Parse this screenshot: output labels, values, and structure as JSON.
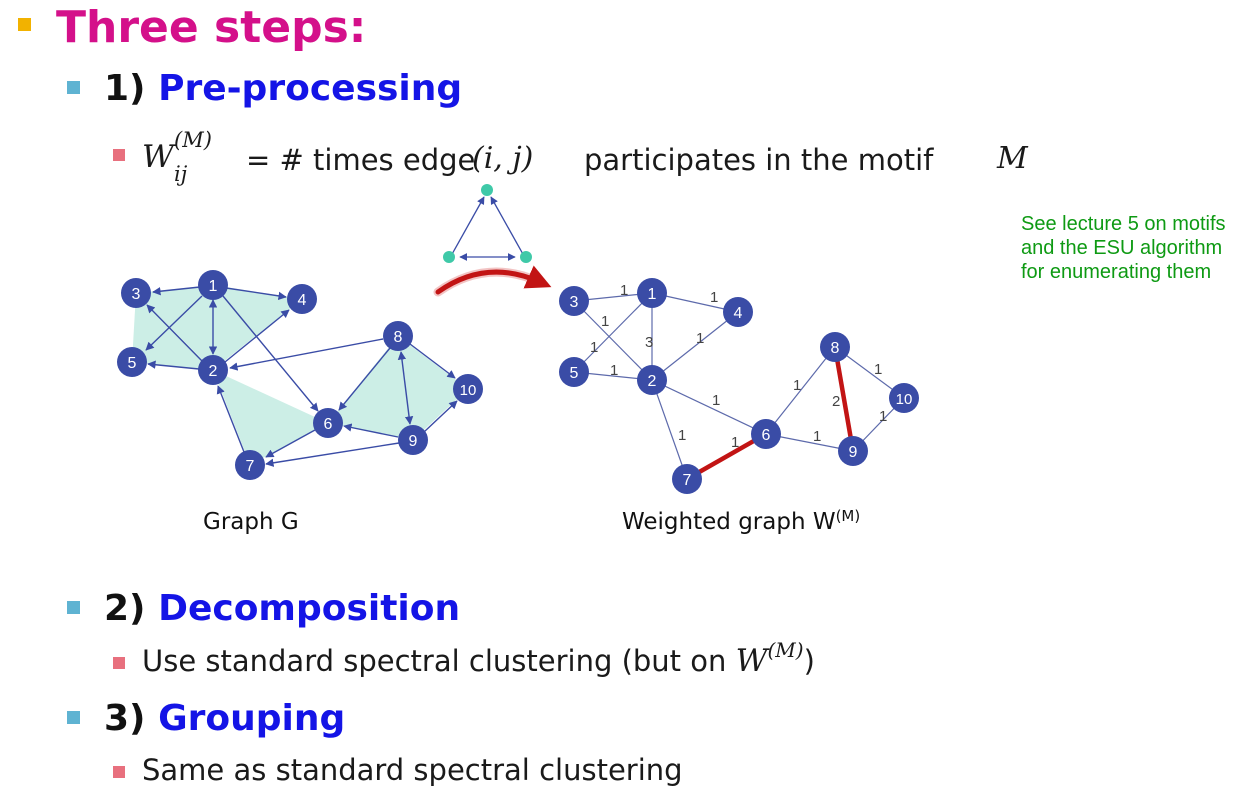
{
  "title": "Three steps:",
  "steps": [
    {
      "number": "1)",
      "name": "Pre-processing"
    },
    {
      "number": "2)",
      "name": "Decomposition"
    },
    {
      "number": "3)",
      "name": "Grouping"
    }
  ],
  "preprocess_formula": {
    "symbol": "W",
    "subscript": "ij",
    "superscript": "(M)",
    "text": "= # times edge",
    "edge": "(i, j)",
    "text2": "participates in the motif",
    "motif": "M"
  },
  "decomposition_note": {
    "text": "Use standard spectral clustering (but on",
    "symbol": "W",
    "superscript": "(M)",
    "close": ")"
  },
  "grouping_note": "Same as standard spectral clustering",
  "side_note": "See lecture 5 on motifs and the ESU algorithm for enumerating them",
  "captions": {
    "graph_g": "Graph G",
    "weighted_main": "Weighted graph W",
    "weighted_sup": "(M)"
  },
  "graph_g_nodes": [
    "1",
    "2",
    "3",
    "4",
    "5",
    "6",
    "7",
    "8",
    "9",
    "10"
  ],
  "weighted_nodes": [
    "1",
    "2",
    "3",
    "4",
    "5",
    "6",
    "7",
    "8",
    "9",
    "10"
  ],
  "weighted_edge_labels": [
    "1",
    "1",
    "1",
    "1",
    "3",
    "1",
    "1",
    "1",
    "1",
    "1",
    "1",
    "1",
    "2",
    "1"
  ],
  "colors": {
    "title": "#d4108a",
    "step_name": "#1414e6",
    "node_fill": "#3a4ca6",
    "triangle_fill": "#c6ece3",
    "highlight_edge": "#c21414",
    "motif_node": "#3fc9a8",
    "side_note": "#0e9a13"
  }
}
